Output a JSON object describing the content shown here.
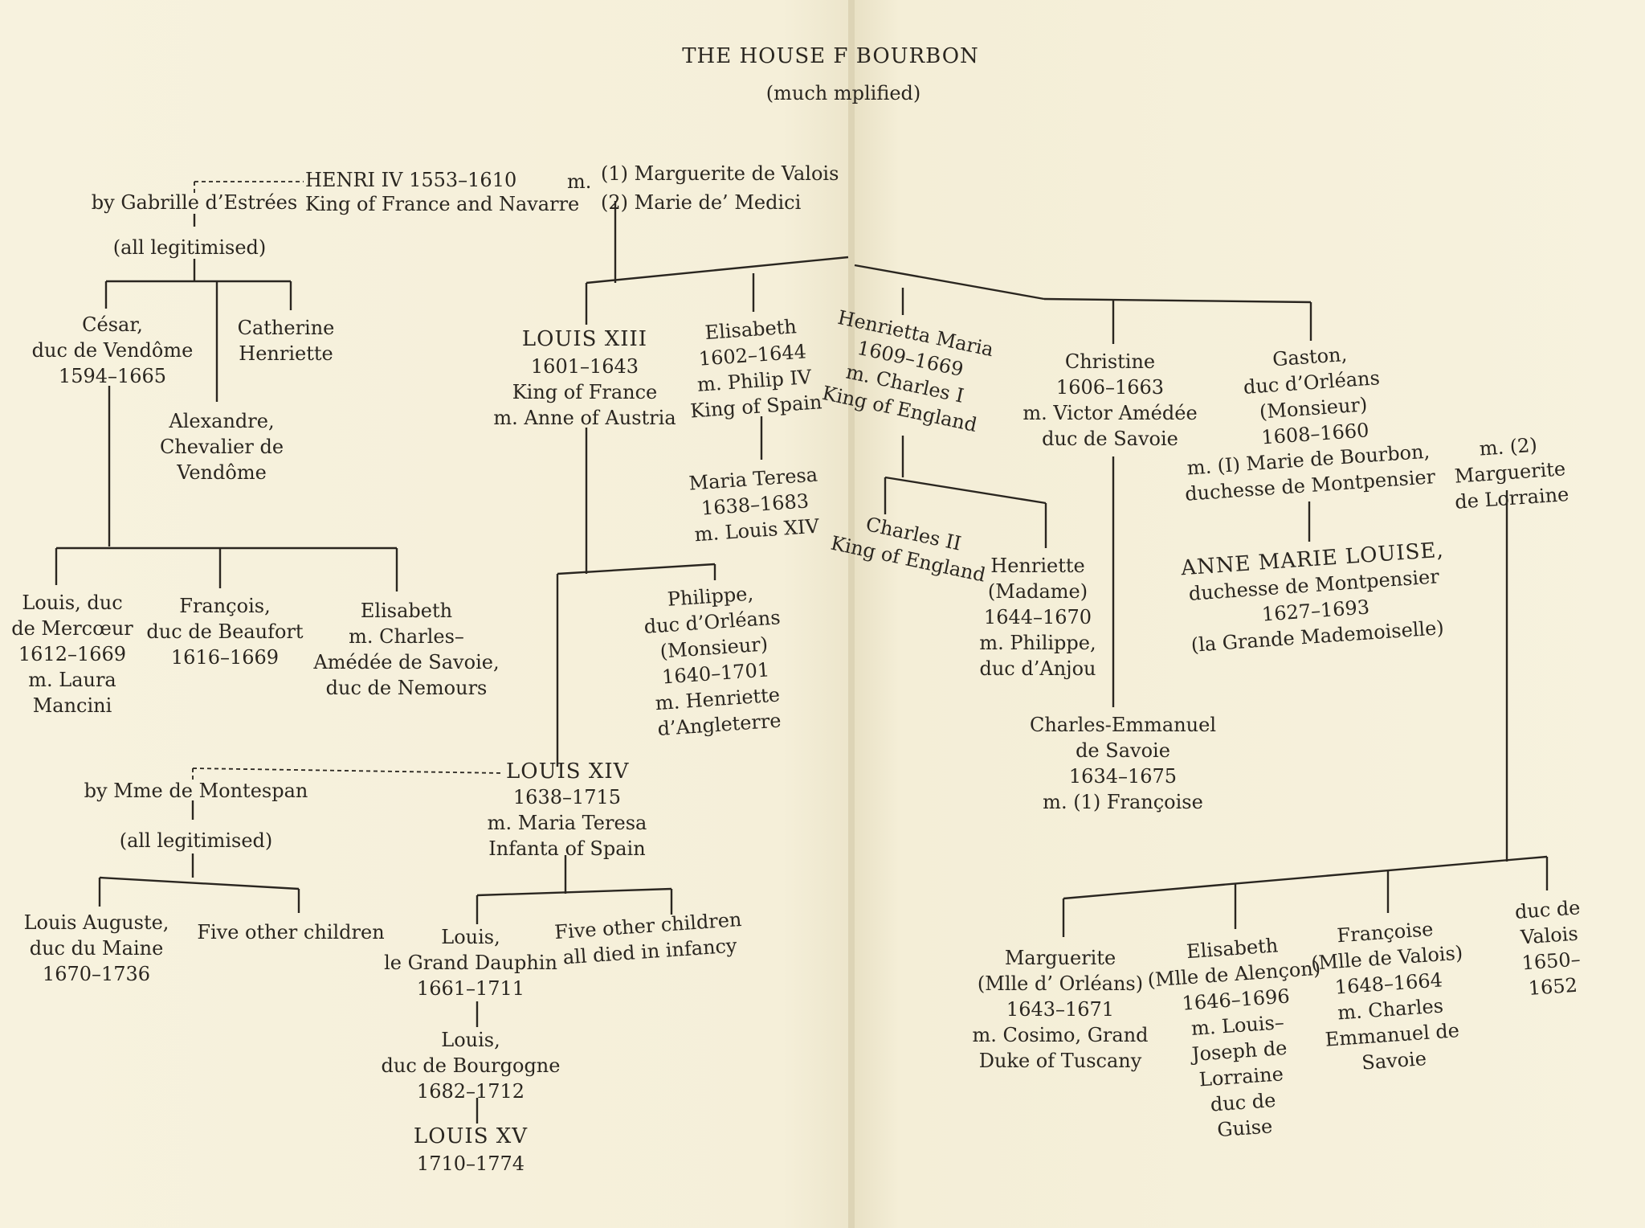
{
  "title": {
    "line1": "THE HOUSE  F BOURBON",
    "line2": "(much  mplified)"
  },
  "henri": {
    "name": "HENRI IV 1553–1610",
    "title": "King of France and Navarre"
  },
  "henri_marriages": {
    "m": "m.",
    "line1": "(1)  Marguerite de Valois",
    "line2": "(2)  Marie de’ Medici"
  },
  "gabrielle": {
    "by": "by Gabrille d’Estrées",
    "legit": "(all legitimised)"
  },
  "gabrielle_children": {
    "cesar": "César,\nduc de Vendôme\n1594–1665",
    "alexandre": "Alexandre,\nChevalier de\nVendôme",
    "catherine": "Catherine\nHenriette"
  },
  "cesar_children": {
    "louis_mercoeur": "Louis, duc\nde Mercœur\n1612–1669\nm. Laura\nMancini",
    "francois_beaufort": "François,\nduc de Beaufort\n1616–1669",
    "elisabeth_nemours": "Elisabeth\nm. Charles–\nAmédée de Savoie,\nduc de Nemours"
  },
  "louis_xiii": {
    "name": "LOUIS XIII",
    "text": "1601–1643\nKing of France\nm. Anne of Austria"
  },
  "elisabeth_spain": "Elisabeth\n1602–1644\nm. Philip IV\nKing of Spain",
  "maria_teresa": "Maria Teresa\n1638–1683\nm. Louis XIV",
  "philippe_orleans": "Philippe,\nduc d’Orléans\n(Monsieur)\n1640–1701\nm. Henriette\nd’Angleterre",
  "louis_xiv": {
    "name": "LOUIS XIV",
    "text": "1638–1715\nm. Maria Teresa\nInfanta of Spain"
  },
  "montespan": {
    "by": "by Mme de Montespan",
    "legit": "(all legitimised)"
  },
  "montespan_children": {
    "louis_auguste": "Louis Auguste,\nduc du Maine\n1670–1736",
    "five_other": "Five other children"
  },
  "louis_xiv_children": {
    "grand_dauphin": "Louis,\nle Grand Dauphin\n1661–1711",
    "five_other_infancy": "Five other children\nall died in infancy"
  },
  "bourgogne": "Louis,\nduc de Bourgogne\n1682–1712",
  "louis_xv": {
    "name": "LOUIS XV",
    "years": "1710–1774"
  },
  "henrietta_maria": "Henrietta Maria\n1609–1669\nm. Charles I\nKing of England",
  "christine": "Christine\n1606–1663\nm. Victor Amédée\nduc de Savoie",
  "gaston": "Gaston,\nduc d’Orléans\n(Monsieur)\n1608–1660",
  "gaston_m1": "m. (I) Marie de Bourbon,\nduchesse de Montpensier",
  "gaston_m2": "m. (2) Marguerite\nde Lorraine",
  "charles_ii": "Charles II\nKing of England",
  "henriette_madame": "Henriette\n(Madame)\n1644–1670\nm. Philippe,\nduc d’Anjou",
  "charles_emmanuel": "Charles-Emmanuel\nde Savoie\n1634–1675\nm. (1) Françoise",
  "anne_marie_louise": {
    "name": "ANNE MARIE LOUISE,",
    "text": "duchesse de Montpensier\n1627–1693\n(la Grande Mademoiselle)"
  },
  "gaston_daughters": {
    "marguerite": "Marguerite\n(Mlle d’ Orléans)\n1643–1671\nm. Cosimo, Grand\nDuke of Tuscany",
    "elisabeth_alencon": "Elisabeth\n(Mlle de Alençon)\n1646–1696\nm. Louis–\nJoseph de\nLorraine\nduc de\nGuise",
    "francoise_valois": "Françoise\n(Mlle de Valois)\n1648–1664\nm. Charles\nEmmanuel de\nSavoie",
    "duc_valois": "duc de Valois\n1650–1652"
  }
}
